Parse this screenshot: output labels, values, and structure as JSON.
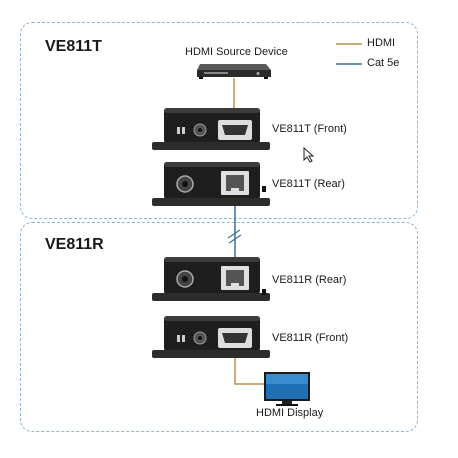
{
  "colors": {
    "hdmi": "#b8944a",
    "cat5e": "#3b6e9e",
    "border": "#8fb6d3",
    "device": "#1e1e1e"
  },
  "legend": {
    "hdmi_label": "HDMI",
    "cat5e_label": "Cat 5e"
  },
  "transmitter": {
    "title": "VE811T",
    "source_label": "HDMI Source Device",
    "front_label": "VE811T (Front)",
    "rear_label": "VE811T (Rear)"
  },
  "receiver": {
    "title": "VE811R",
    "rear_label": "VE811R (Rear)",
    "front_label": "VE811R (Front)",
    "display_label": "HDMI Display"
  },
  "icons": [
    "dvd-player-icon",
    "hdmi-port-icon",
    "rj45-port-icon",
    "power-jack-icon",
    "monitor-icon",
    "cursor-icon"
  ]
}
